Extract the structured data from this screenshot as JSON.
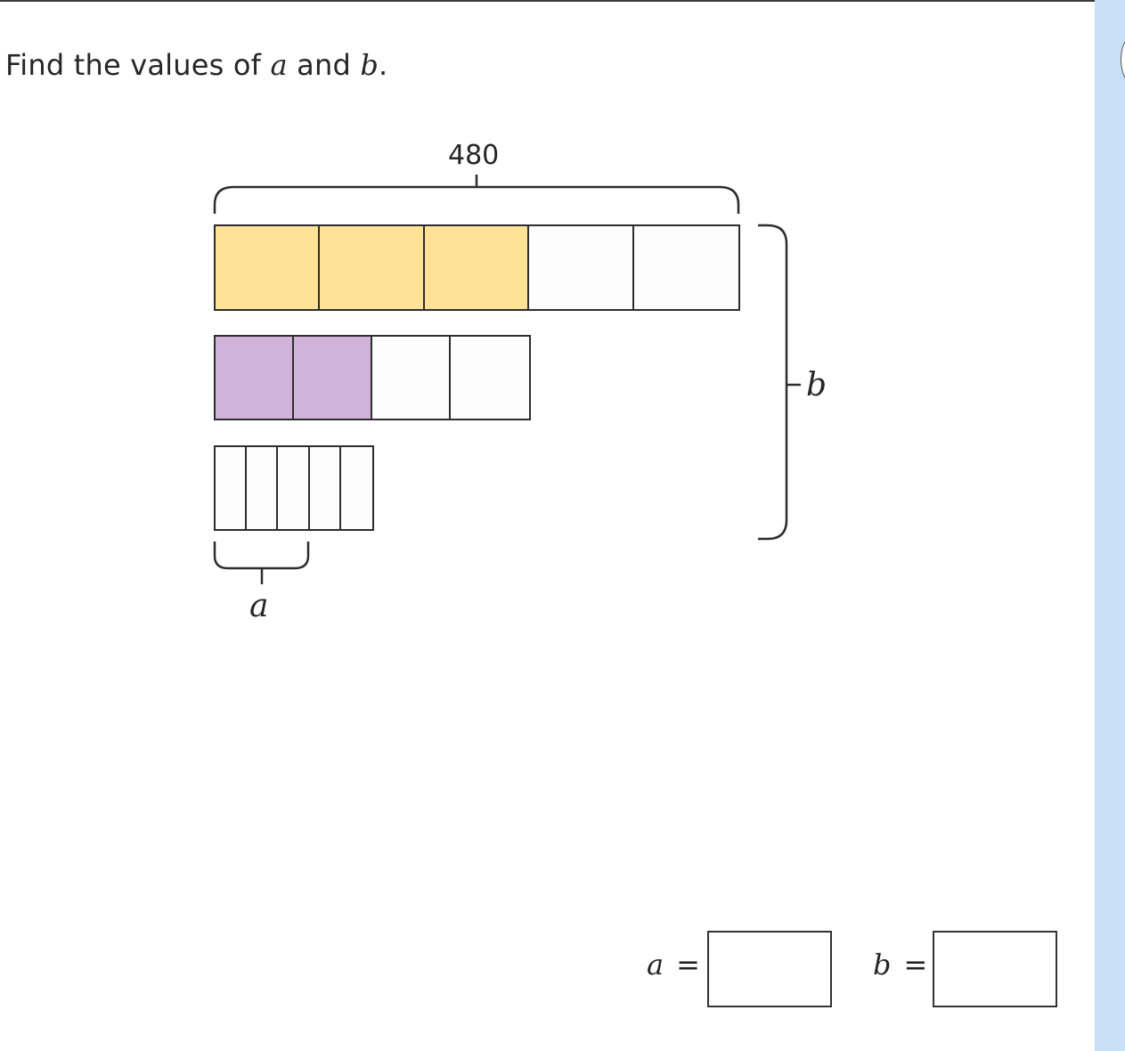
{
  "question": {
    "prefix": "Find the values of ",
    "var_a": "a",
    "middle": " and ",
    "var_b": "b",
    "suffix": "."
  },
  "diagram": {
    "total_label": "480",
    "a_label": "a",
    "b_label": "b",
    "colors": {
      "yellow": "#fee396",
      "purple": "#d1b3d9",
      "empty": "#fdfdfd",
      "stroke": "#2d2d2d"
    },
    "bars": [
      {
        "name": "bar-fifths",
        "parts": 5,
        "shaded": 3,
        "shade_color": "yellow"
      },
      {
        "name": "bar-quarters",
        "parts": 4,
        "shaded": 2,
        "shade_color": "purple"
      },
      {
        "name": "bar-small-fifths",
        "parts": 5,
        "shaded": 0,
        "shade_color": "none"
      }
    ]
  },
  "answers": {
    "a_label": "a",
    "b_label": "b",
    "equals": "=",
    "a_value": "",
    "b_value": ""
  },
  "sidebar": {
    "background": "#c8dff4"
  }
}
